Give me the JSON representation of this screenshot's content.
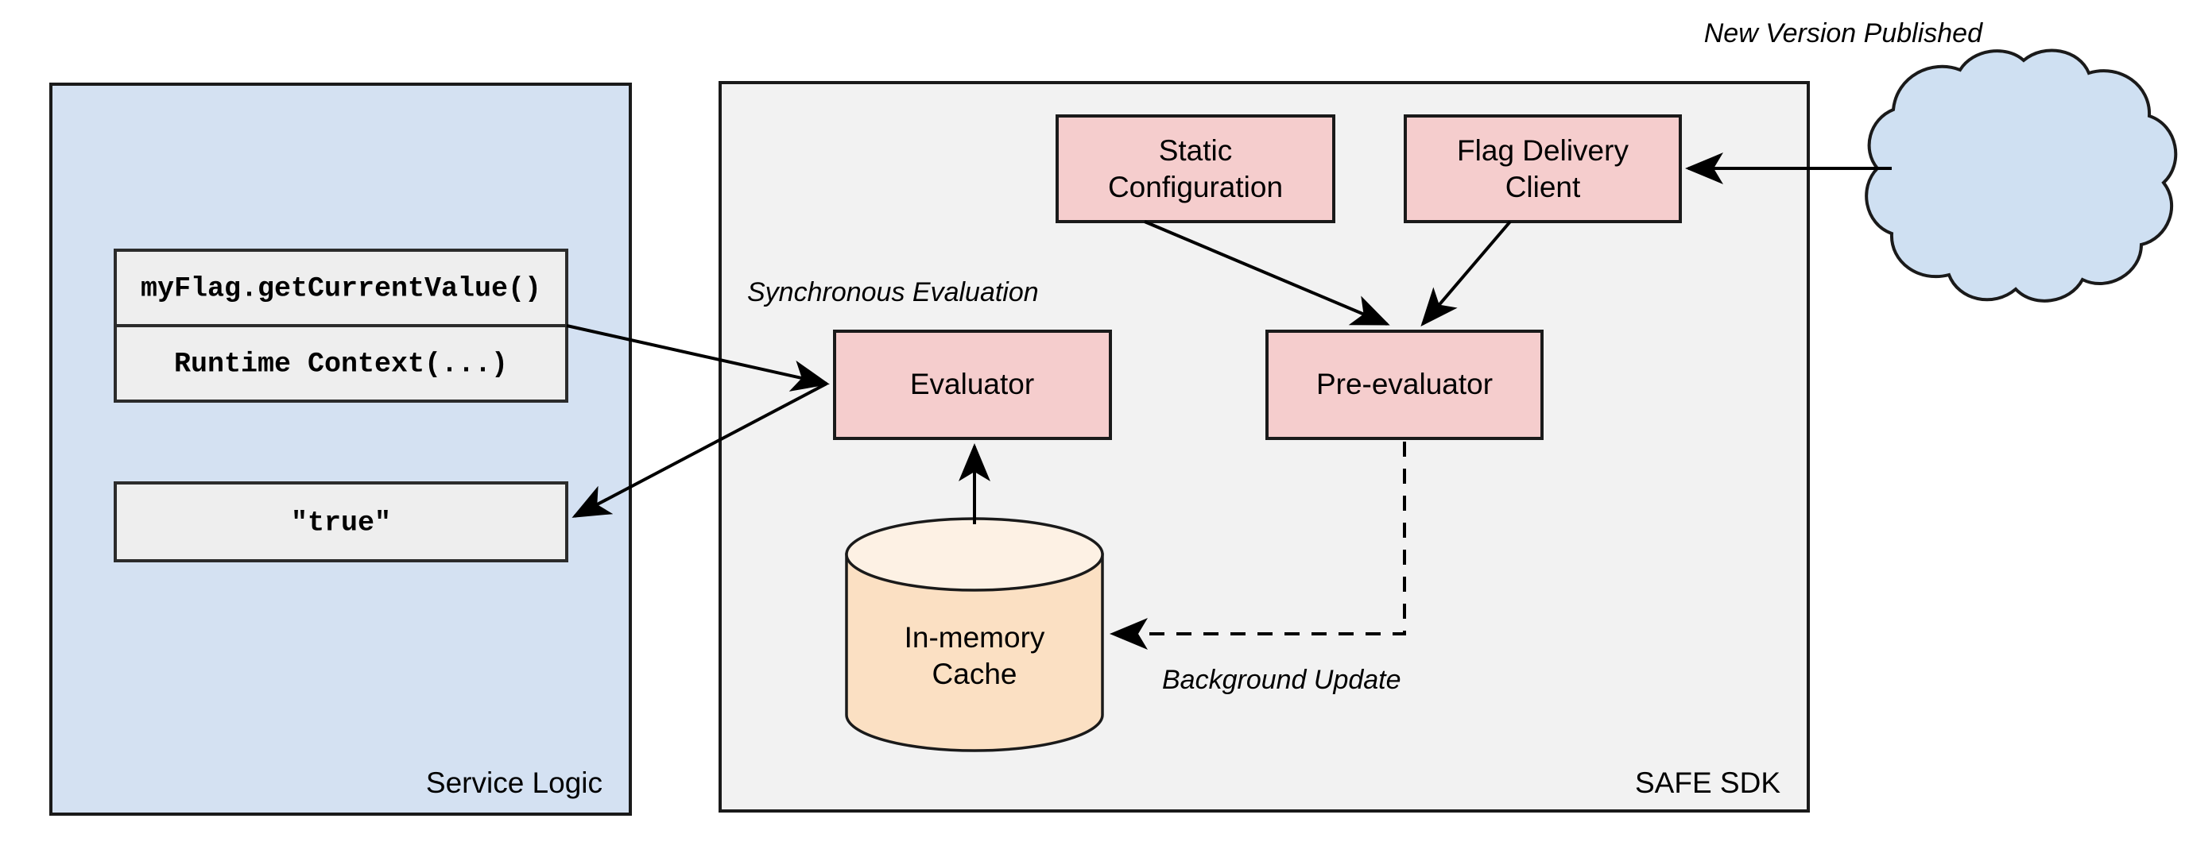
{
  "diagram": {
    "title_annotations": {
      "new_version_published": "New Version Published",
      "synchronous_evaluation": "Synchronous Evaluation",
      "background_update": "Background Update"
    },
    "panels": [
      {
        "id": "service-logic",
        "label": "Service Logic",
        "fill": "#d4e1f2"
      },
      {
        "id": "safe-sdk",
        "label": "SAFE SDK",
        "fill": "#f2f2f2"
      }
    ],
    "service_logic": {
      "call_box": {
        "line1": "myFlag.getCurrentValue()",
        "line2": "Runtime Context(...)"
      },
      "result_box": {
        "value": "\"true\""
      }
    },
    "sdk_nodes": [
      {
        "id": "static-configuration",
        "label_line1": "Static",
        "label_line2": "Configuration",
        "fill": "#f5cdcd"
      },
      {
        "id": "flag-delivery-client",
        "label_line1": "Flag Delivery",
        "label_line2": "Client",
        "fill": "#f5cdcd"
      },
      {
        "id": "evaluator",
        "label_line1": "Evaluator",
        "label_line2": "",
        "fill": "#f5cdcd"
      },
      {
        "id": "pre-evaluator",
        "label_line1": "Pre-evaluator",
        "label_line2": "",
        "fill": "#f5cdcd"
      },
      {
        "id": "in-memory-cache",
        "label_line1": "In-memory",
        "label_line2": "Cache",
        "fill": "#fbe0c3"
      }
    ],
    "external": {
      "cloud": {
        "id": "remote-source-cloud",
        "fill": "#cfe0f2"
      }
    },
    "colors": {
      "panel_blue": "#d4e1f2",
      "panel_gray": "#f2f2f2",
      "node_pink": "#f5cdcd",
      "node_peach": "#fbe0c3",
      "cloud_blue": "#cfe0f2",
      "box_gray": "#eeeeee",
      "stroke": "#1a1a1a"
    }
  }
}
